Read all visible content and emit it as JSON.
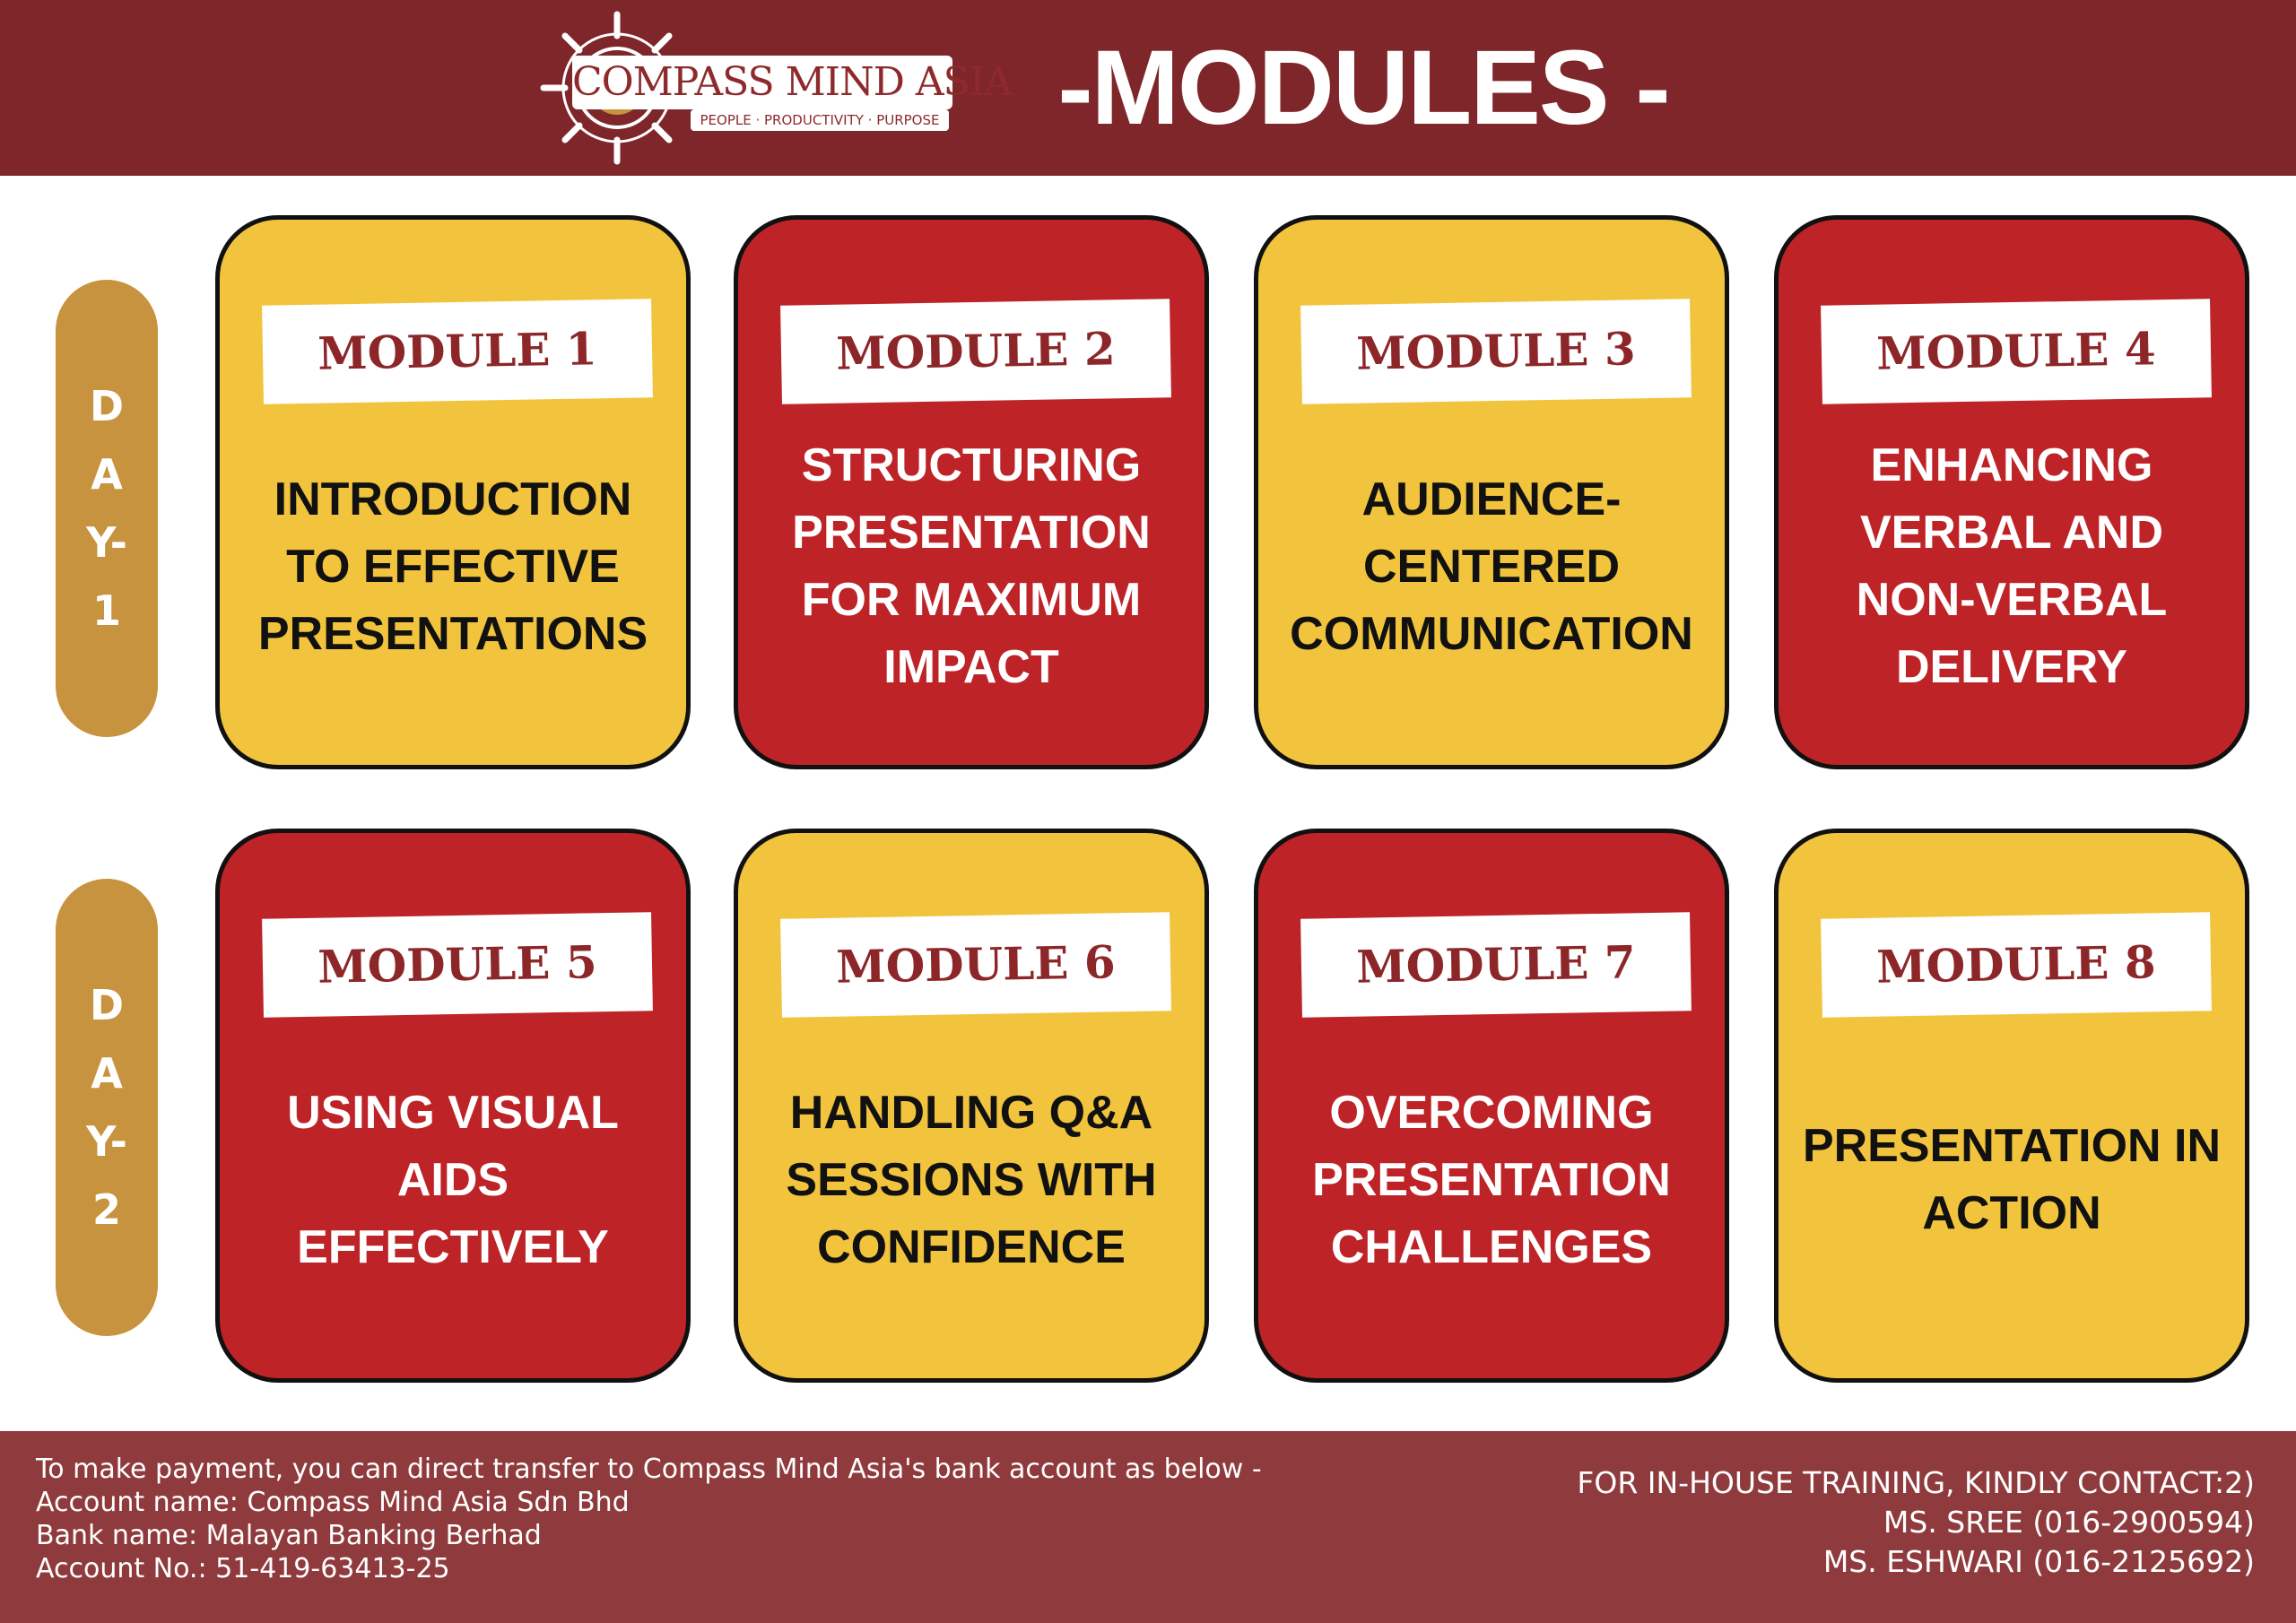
{
  "header": {
    "logo_word": "COMPASS MIND ASIA",
    "logo_tagline": "PEOPLE · PRODUCTIVITY · PURPOSE",
    "title": "-MODULES -",
    "colors": {
      "band": "#7e2629"
    }
  },
  "days": [
    {
      "label": "DAY-1"
    },
    {
      "label": "DAY-2"
    }
  ],
  "modules": [
    {
      "label": "MODULE 1",
      "title": "INTRODUCTION TO EFFECTIVE PRESENTATIONS",
      "color": "yellow"
    },
    {
      "label": "MODULE 2",
      "title": "STRUCTURING PRESENTATION FOR MAXIMUM IMPACT",
      "color": "red"
    },
    {
      "label": "MODULE 3",
      "title": "AUDIENCE- CENTERED COMMUNICATION",
      "color": "yellow"
    },
    {
      "label": "MODULE 4",
      "title": "ENHANCING VERBAL AND NON-VERBAL DELIVERY",
      "color": "red"
    },
    {
      "label": "MODULE 5",
      "title": "USING VISUAL AIDS EFFECTIVELY",
      "color": "red"
    },
    {
      "label": "MODULE 6",
      "title": "HANDLING Q&A SESSIONS WITH CONFIDENCE",
      "color": "yellow"
    },
    {
      "label": "MODULE 7",
      "title": "OVERCOMING PRESENTATION CHALLENGES",
      "color": "red"
    },
    {
      "label": "MODULE 8",
      "title": "PRESENTATION IN ACTION",
      "color": "yellow"
    }
  ],
  "footer": {
    "payment_lines": [
      "To make payment, you can direct transfer to Compass Mind Asia's bank account as below -",
      "Account name: Compass Mind Asia Sdn Bhd",
      "Bank name: Malayan Banking Berhad",
      "Account No.: 51-419-63413-25"
    ],
    "contact_lines": [
      "FOR IN-HOUSE TRAINING, KINDLY CONTACT:2)",
      "MS. SREE (016-2900594)",
      "MS. ESHWARI (016-2125692)"
    ]
  },
  "colors": {
    "yellow_card": "#f2c43d",
    "red_card": "#bd2327",
    "day_pill": "#c8933e",
    "label_text": "#8c2628",
    "footer": "#8f3b3e"
  }
}
